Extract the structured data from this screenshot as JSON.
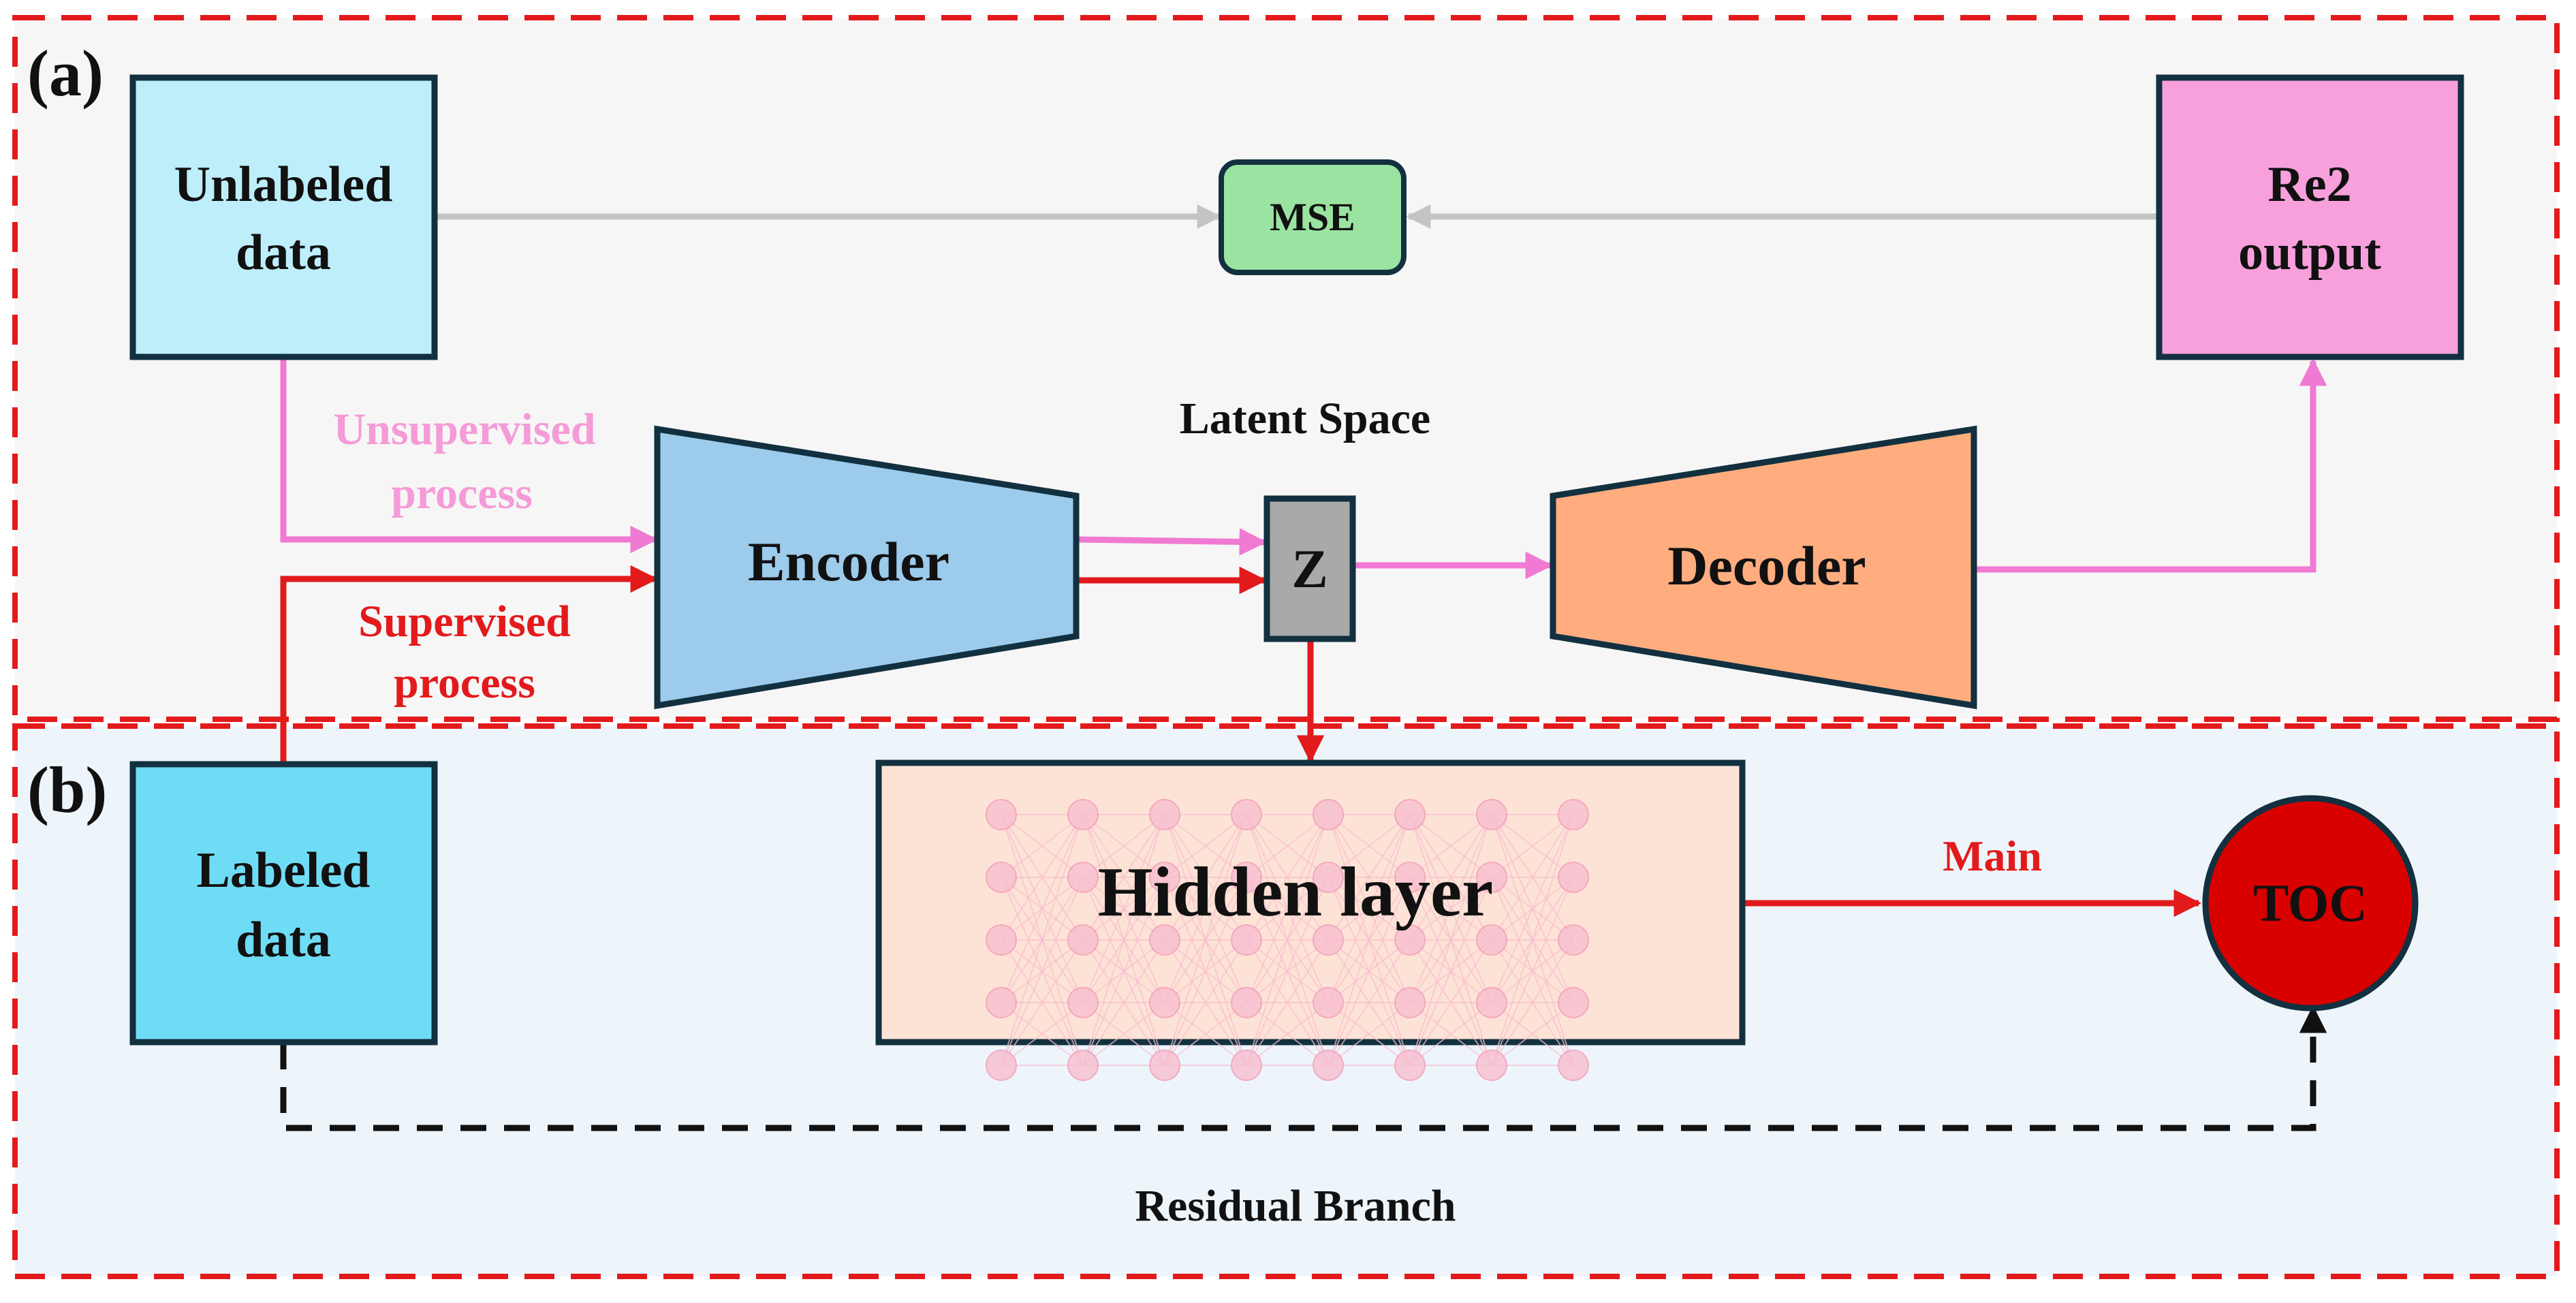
{
  "panels": {
    "a": {
      "label": "(a)",
      "background": "#f6f6f6",
      "border": "#e31a1c"
    },
    "b": {
      "label": "(b)",
      "background": "#edf5fb",
      "border": "#e31a1c"
    }
  },
  "nodes": {
    "unlabeled": {
      "line1": "Unlabeled",
      "line2": "data",
      "color": "#bdeefa"
    },
    "labeled": {
      "line1": "Labeled",
      "line2": "data",
      "color": "#6fdcf6"
    },
    "mse": {
      "label": "MSE",
      "color": "#9be3a0"
    },
    "re2": {
      "line1": "Re2",
      "line2": "output",
      "color": "#f7a0dc"
    },
    "encoder": {
      "label": "Encoder",
      "color": "#9ccbeb"
    },
    "z": {
      "label": "Z",
      "color": "#a9a9a9"
    },
    "decoder": {
      "label": "Decoder",
      "color": "#ffad7f"
    },
    "hidden": {
      "label": "Hidden layer",
      "color": "#fde3d6"
    },
    "toc": {
      "label": "TOC",
      "color": "#d90000"
    }
  },
  "annotations": {
    "latent_space": "Latent Space",
    "unsupervised_line1": "Unsupervised",
    "unsupervised_line2": "process",
    "supervised_line1": "Supervised",
    "supervised_line2": "process",
    "main": "Main",
    "residual": "Residual Branch"
  },
  "colors": {
    "outline": "#12303f",
    "gray_arrow": "#c4c4c4",
    "pink_arrow": "#f07ad2",
    "red_arrow": "#e31a1c",
    "unsupervised_text": "#f59bd7",
    "supervised_text": "#e31a1c",
    "main_text": "#e31a1c",
    "neuron": "#f8bfd0",
    "black": "#111111"
  }
}
